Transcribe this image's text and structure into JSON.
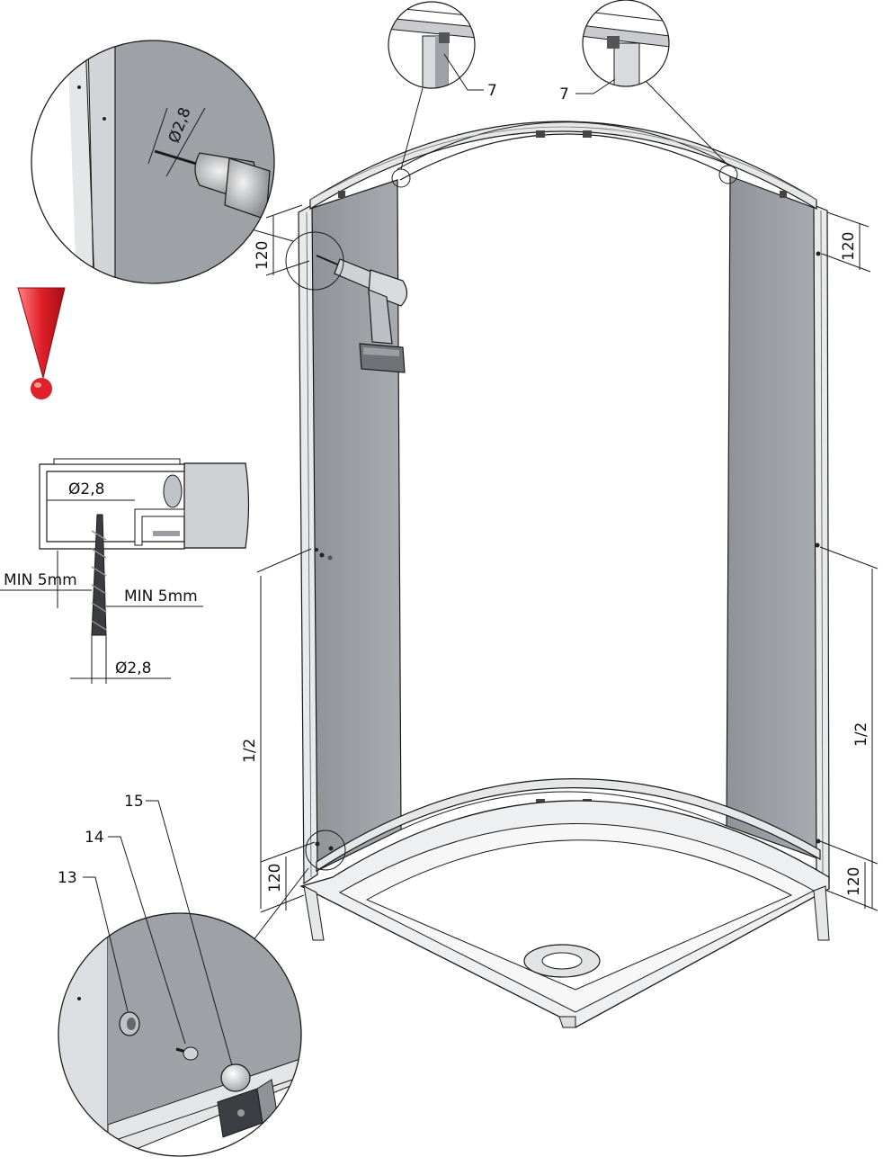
{
  "labels": {
    "callout_7_left": "7",
    "callout_7_right": "7",
    "callout_13": "13",
    "callout_14": "14",
    "callout_15": "15"
  },
  "dimensions": {
    "drill_diameter_top": "Ø2,8",
    "profile_diameter": "Ø2,8",
    "bit_diameter": "Ø2,8",
    "min_left": "MIN 5mm",
    "min_right": "MIN 5mm",
    "left_top_120": "120",
    "right_top_120": "120",
    "left_half": "1/2",
    "right_half": "1/2",
    "left_bottom_120": "120",
    "right_bottom_120": "120"
  },
  "colors": {
    "panel_glass": "#9a9ea3",
    "frame_light": "#e9eaec",
    "warning_red": "#e0202a",
    "line": "#1a1a1a"
  }
}
